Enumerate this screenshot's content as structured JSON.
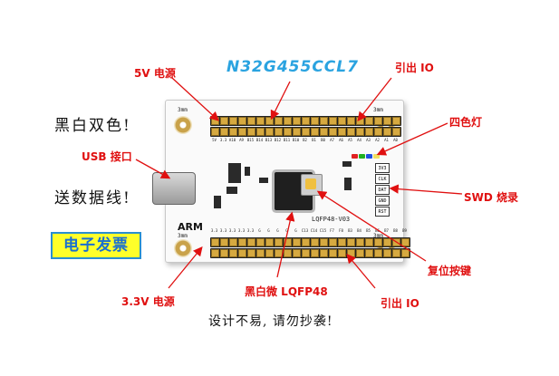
{
  "title": "N32G455CCL7",
  "slogans": [
    "黑白双色!",
    "送数据线!"
  ],
  "badge": "电子发票",
  "footer": "设计不易, 请勿抄袭!",
  "callouts": {
    "power_5v": "5V 电源",
    "usb": "USB 接口",
    "io_top": "引出 IO",
    "led": "四色灯",
    "swd": "SWD 烧录",
    "reset": "复位按键",
    "io_bottom": "引出 IO",
    "power_33v": "3.3V 电源",
    "chip": "黑白微 LQFP48"
  },
  "board": {
    "top_pins": [
      "5V",
      "3.3",
      "A10",
      "A9",
      "B15",
      "B14",
      "B13",
      "B12",
      "B11",
      "B10",
      "B2",
      "B1",
      "B0",
      "A7",
      "A6",
      "A5",
      "A4",
      "A3",
      "A2",
      "A1",
      "A0"
    ],
    "bottom_pins": [
      "3.3",
      "3.3",
      "3.3",
      "3.3",
      "3.3",
      "G",
      "G",
      "G",
      "G",
      "G",
      "C13",
      "C14",
      "C15",
      "F7",
      "F8",
      "B3",
      "B4",
      "B5",
      "B6",
      "B7",
      "B8",
      "B9"
    ],
    "swd_pins": [
      "3V3",
      "CLK",
      "DAT",
      "GND",
      "RST"
    ],
    "chip_label": "LQFP48-V03",
    "brand": "ARM",
    "hole_label": "3mm",
    "colors": {
      "callout": "#e01010",
      "title": "#2aa3e0",
      "badge_bg": "#ffff2a",
      "badge_border": "#2a8fd0"
    }
  }
}
